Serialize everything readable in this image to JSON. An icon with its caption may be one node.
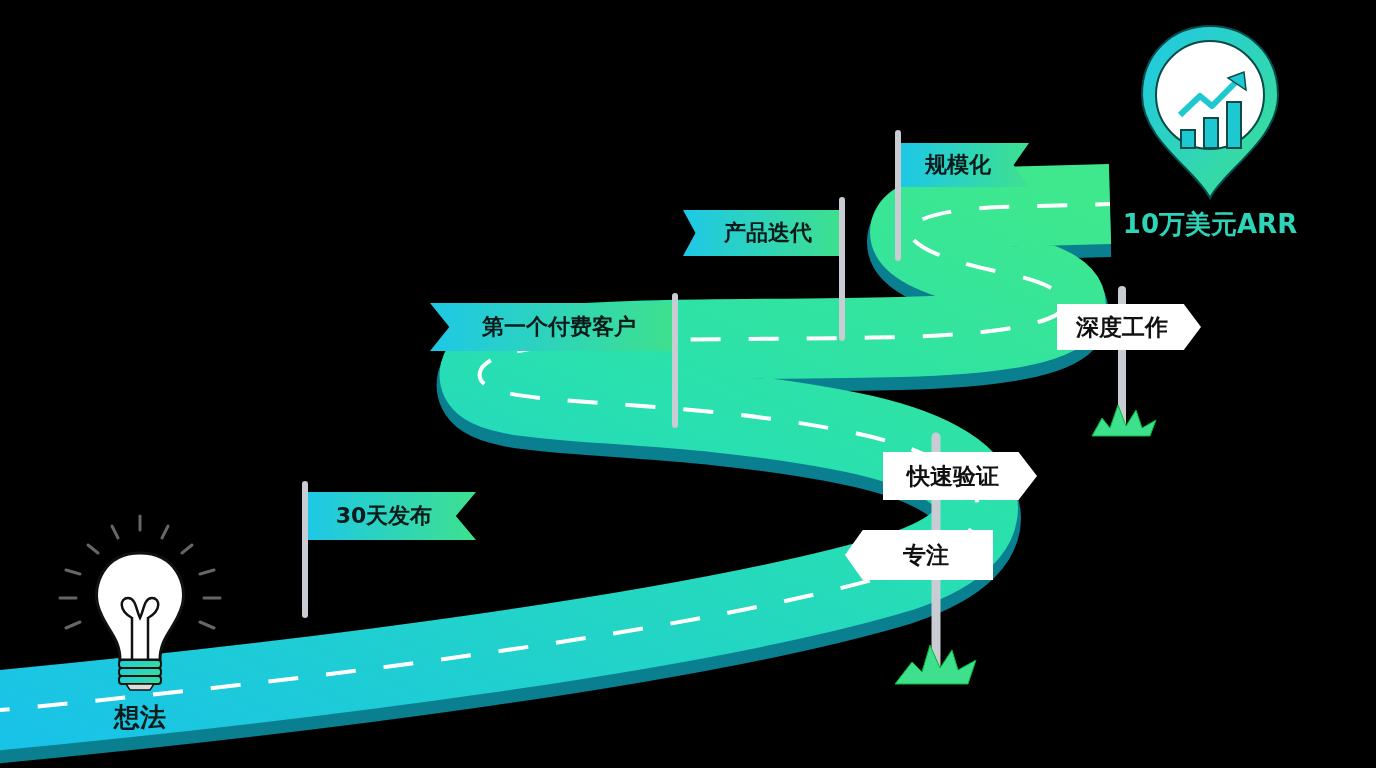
{
  "diagram": {
    "labels": [
      "想法",
      "30天发布",
      "第一个付费客户",
      "产品迭代",
      "规模化",
      "10万美元ARR",
      "快速验证",
      "专注",
      "深度工作"
    ]
  }
}
